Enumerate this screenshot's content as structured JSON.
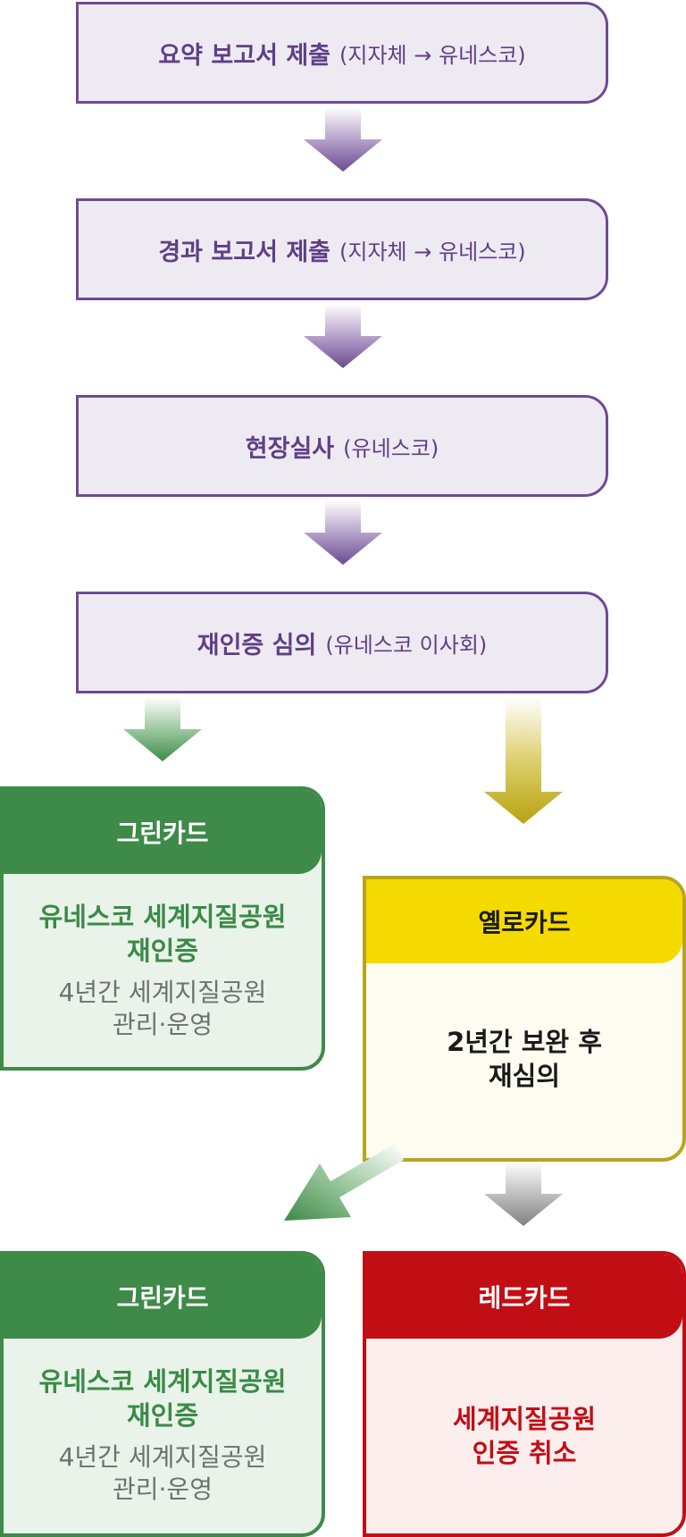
{
  "steps": [
    {
      "main": "요약 보고서 제출",
      "sub": "(지자체 → 유네스코)"
    },
    {
      "main": "경과 보고서 제출",
      "sub": "(지자체 → 유네스코)"
    },
    {
      "main": "현장실사",
      "sub": "(유네스코)"
    },
    {
      "main": "재인증 심의",
      "sub": "(유네스코 이사회)"
    }
  ],
  "green_card_1": {
    "title": "그린카드",
    "line1": "유네스코 세계지질공원",
    "line2": "재인증",
    "line3": "4년간 세계지질공원",
    "line4": "관리·운영"
  },
  "yellow_card": {
    "title": "옐로카드",
    "line1": "2년간 보완 후",
    "line2": "재심의"
  },
  "green_card_2": {
    "title": "그린카드",
    "line1": "유네스코 세계지질공원",
    "line2": "재인증",
    "line3": "4년간 세계지질공원",
    "line4": "관리·운영"
  },
  "red_card": {
    "title": "레드카드",
    "line1": "세계지질공원",
    "line2": "인증 취소"
  },
  "colors": {
    "purple": "#6e4a93",
    "green": "#3e8a48",
    "yellow": "#f5da00",
    "red": "#c10e14"
  }
}
